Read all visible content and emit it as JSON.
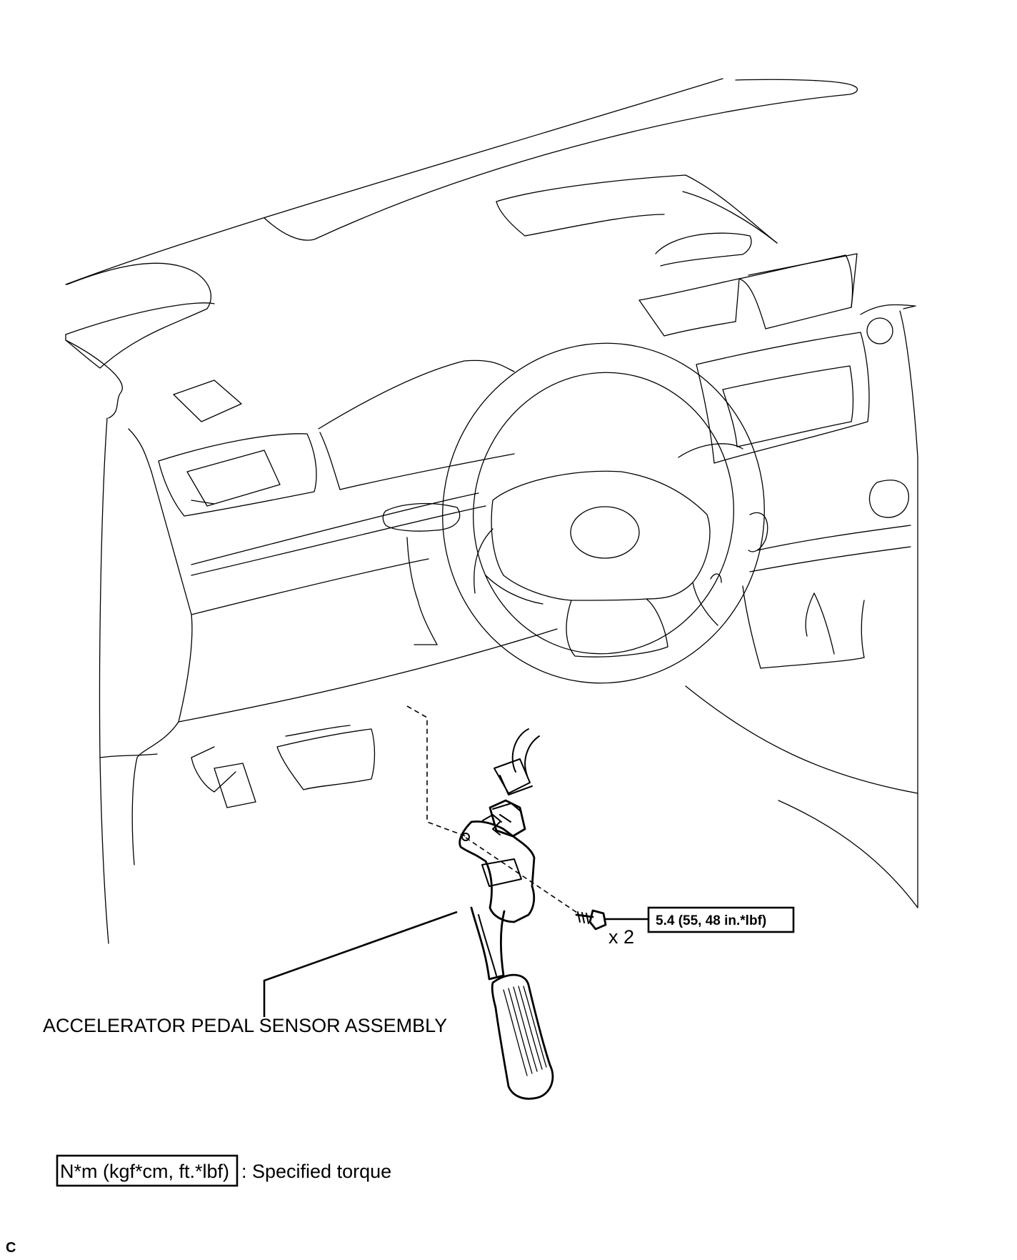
{
  "part_label": "ACCELERATOR PEDAL SENSOR ASSEMBLY",
  "torque_value": "5.4 (55, 48 in.*lbf)",
  "quantity": "x 2",
  "legend": {
    "units": "N*m (kgf*cm, ft.*lbf)",
    "description": ": Specified torque"
  },
  "corner_mark": "C"
}
